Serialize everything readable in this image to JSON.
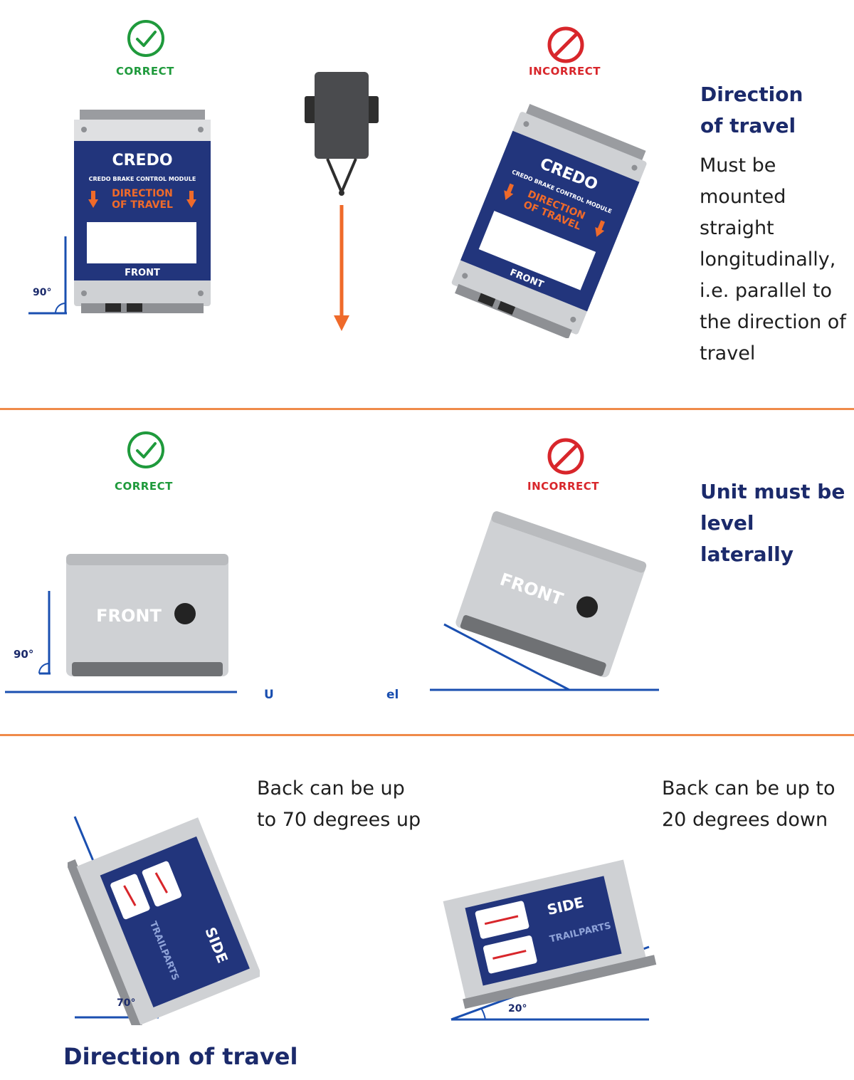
{
  "section1": {
    "correct_label": "CORRECT",
    "incorrect_label": "INCORRECT",
    "heading_line1": "Direction",
    "heading_line2": "of travel",
    "body_lines": [
      "Must be",
      "mounted",
      "straight",
      "longitudinally,",
      "i.e. parallel to",
      "the direction of",
      "travel"
    ],
    "angle_label": "90°",
    "module": {
      "brand": "CREDO",
      "title": "CREDO BRAKE CONTROL MODULE",
      "direction_line1": "DIRECTION",
      "direction_line2": "OF TRAVEL",
      "front_label": "FRONT"
    }
  },
  "section2": {
    "correct_label": "CORRECT",
    "incorrect_label": "INCORRECT",
    "heading_line1": "Unit must be",
    "heading_line2": "level laterally",
    "angle_label": "90°",
    "front_label": "FRONT",
    "fragment_left": "U",
    "fragment_right": "el"
  },
  "section3": {
    "left_text_line1": "Back can be up",
    "left_text_line2": "to 70 degrees up",
    "right_text_line1": "Back can be up to",
    "right_text_line2": "20 degrees down",
    "left_angle_label": "70°",
    "right_angle_label": "20°",
    "side_label": "SIDE",
    "brand": "TRAILPARTS",
    "bottom_heading": "Direction of travel"
  },
  "colors": {
    "navy": "#1b2a6b",
    "panel_blue": "#22357c",
    "correct_green": "#1f9a3c",
    "incorrect_red": "#d8262b",
    "orange": "#ef6a2a",
    "divider": "#ef8a4a",
    "line_blue": "#1a4fb0"
  }
}
